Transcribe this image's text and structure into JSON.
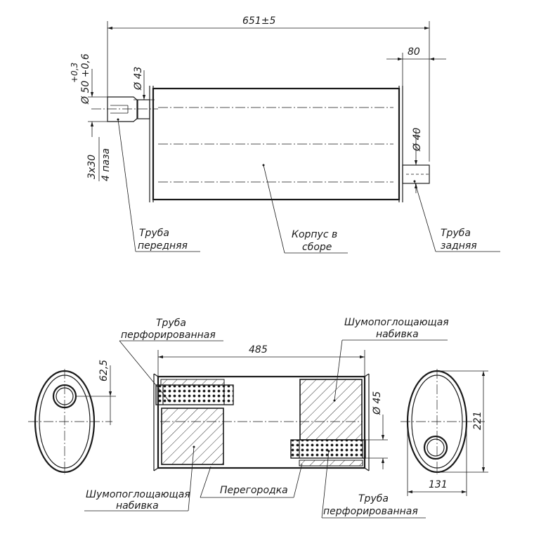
{
  "top_view": {
    "dim_overall": "651±5",
    "dim_rear_offset": "80",
    "dim_front_tol_upper": "+0,3",
    "dim_front_tol_lower": "Ø 50 +0,6",
    "dim_front_inner": "Ø 43",
    "dim_rear_dia": "Ø 40",
    "slot_size": "3x30",
    "slot_count": "4 паза",
    "front_pipe_line1": "Труба",
    "front_pipe_line2": "передняя",
    "body_line1": "Корпус в",
    "body_line2": "сборе",
    "rear_pipe_line1": "Труба",
    "rear_pipe_line2": "задняя"
  },
  "bottom_view": {
    "perf_top_line1": "Труба",
    "perf_top_line2": "перфорированная",
    "packing_top_line1": "Шумопоглощающая",
    "packing_top_line2": "набивка",
    "dim_length": "485",
    "dim_offset": "62,5",
    "dim_pipe_dia": "Ø 45",
    "dim_height": "221",
    "dim_width": "131",
    "packing_bottom_line1": "Шумопоглощающая",
    "packing_bottom_line2": "набивка",
    "partition": "Перегородка",
    "perf_bottom_line1": "Труба",
    "perf_bottom_line2": "перфорированная"
  }
}
